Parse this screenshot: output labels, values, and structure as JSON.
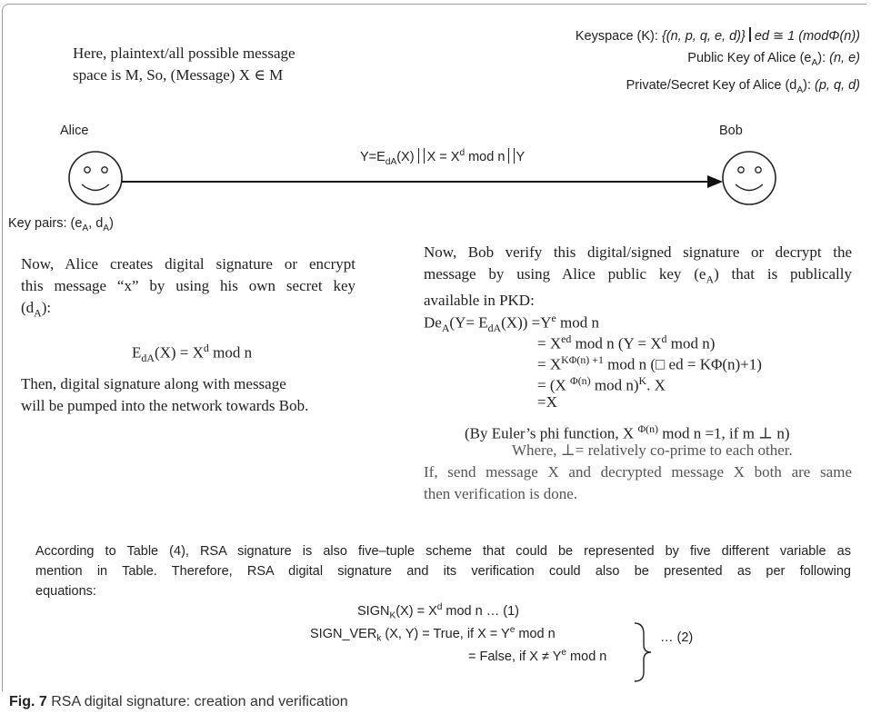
{
  "intro": {
    "line1": "Here, plaintext/all possible message",
    "line2": "space is M, So, (Message) X ∈ M"
  },
  "keys": {
    "keyspace_label": "Keyspace (K): ",
    "keyspace_value": "{(n, p, q, e, d)}",
    "keyspace_cond": "ed ≅ 1 (modΦ(n))",
    "public_label_pre": "Public Key of Alice (e",
    "public_label_sub": "A",
    "public_label_post": "): ",
    "public_value": "(n, e)",
    "private_label_pre": "Private/Secret Key of Alice (d",
    "private_label_sub": "A",
    "private_label_post": "): ",
    "private_value": "(p, q, d)"
  },
  "actors": {
    "alice": "Alice",
    "bob": "Bob"
  },
  "arrow": {
    "pre": "Y=E",
    "sub": "dA",
    "mid": "(X)  ",
    "eq": "X = X",
    "sup": "d",
    "post": " mod n ",
    "tail": "Y"
  },
  "keypairs": {
    "pre": "Key pairs: (e",
    "sub1": "A",
    "mid": ", d",
    "sub2": "A",
    "post": ")"
  },
  "alice_text": {
    "line1": "Now, Alice creates digital signature or encrypt",
    "line2": "this message “x” by using his own secret key",
    "line3_pre": "(d",
    "line3_sub": "A",
    "line3_post": "):",
    "eq_pre": "E",
    "eq_sub": "dA",
    "eq_mid": "(X) = X",
    "eq_sup": "d",
    "eq_post": " mod n",
    "then1": "Then, digital signature along with message",
    "then2": "will be pumped into the network towards Bob."
  },
  "bob_text": {
    "line1": "Now, Bob verify this digital/signed signature or decrypt the",
    "line2_pre": "message by using Alice public key (e",
    "line2_sub": "A",
    "line2_post": ") that is publically",
    "line3": "available in PKD:",
    "d1_a": "De",
    "d1_sub": "A",
    "d1_b": "(Y= E",
    "d1_sub2": "dA",
    "d1_c": "(X)) =Y",
    "d1_sup": "e",
    "d1_d": " mod n",
    "d2_a": "= X",
    "d2_sup": "ed",
    "d2_b": " mod n     (Y = X",
    "d2_sup2": "d",
    "d2_c": " mod n)",
    "d3_a": "= X",
    "d3_sup": "KΦ(n) +1",
    "d3_b": " mod n  (□ ed = KΦ(n)+1)",
    "d4_a": "= (X ",
    "d4_sup": "Φ(n)",
    "d4_b": " mod n)",
    "d4_sup2": "K",
    "d4_c": ". X",
    "d5": "=X",
    "euler_a": "(By Euler’s phi function, X ",
    "euler_sup": "Φ(n)",
    "euler_b": " mod n =1, if m ⊥ n)",
    "where": "Where, ⊥= relatively co-prime to each other.",
    "if1": "If, send message X and decrypted message X both are same",
    "if2": "then verification is done."
  },
  "bottom": {
    "p1": "According to Table (4), RSA signature is also five–tuple scheme that could be represented by five different variable as",
    "p2": "mention in Table. Therefore, RSA digital signature and its verification could also be presented as per following",
    "p3": "equations:",
    "sign_a": "SIGN",
    "sign_sub": "K",
    "sign_b": "(X) = X",
    "sign_sup": "d",
    "sign_c": " mod n …     (1)",
    "ver_a": "SIGN_VER",
    "ver_sub": "k",
    "ver_b": " (X, Y) = True, if X =  Y",
    "ver_sup": "e",
    "ver_c": " mod n",
    "false_a": "= False, if X ≠ Y",
    "false_sup": "e",
    "false_b": " mod n",
    "eq2": "…      (2)"
  },
  "caption": {
    "bold": "Fig. 7",
    "text": " RSA digital signature: creation and verification"
  }
}
